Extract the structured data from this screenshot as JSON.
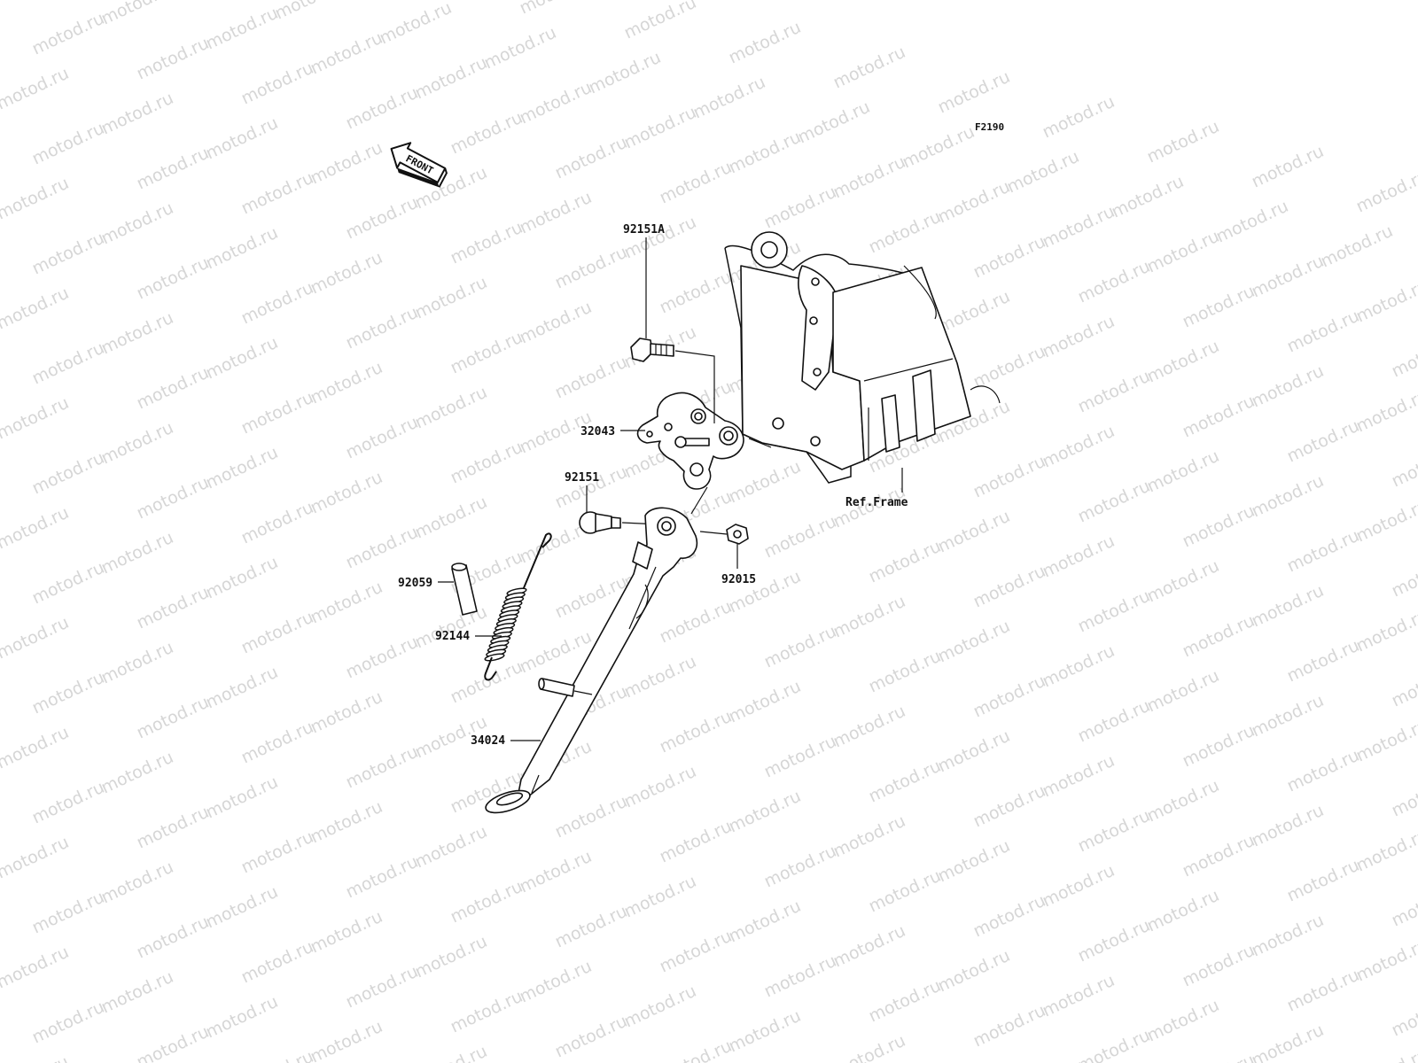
{
  "watermark": "motod.ru",
  "figure_code": "F2190",
  "front_label": "FRONT",
  "parts": {
    "p92151A": "92151A",
    "p32043": "32043",
    "p92151": "92151",
    "p92015": "92015",
    "p92059": "92059",
    "p92144": "92144",
    "p34024": "34024"
  },
  "ref_frame": "Ref.Frame"
}
